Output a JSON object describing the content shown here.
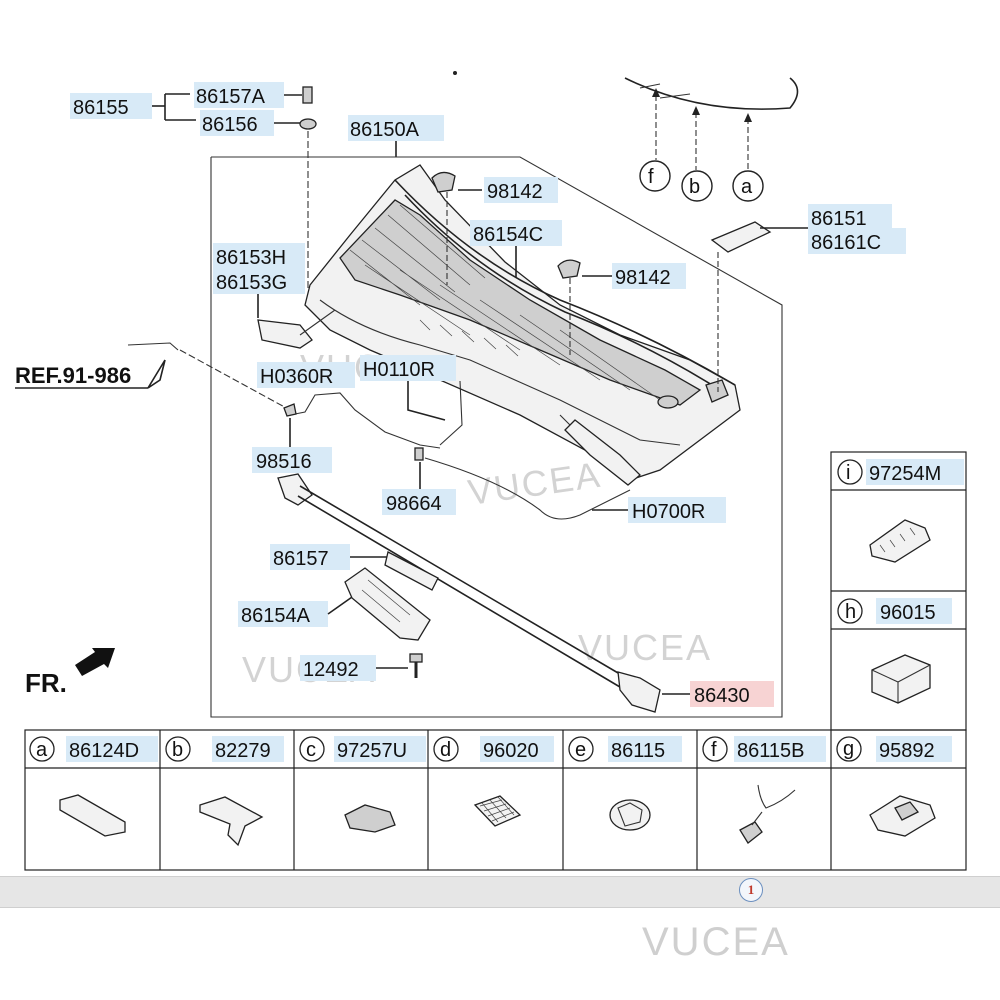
{
  "callouts": {
    "c86155": "86155",
    "c86157A": "86157A",
    "c86156": "86156",
    "c86150A": "86150A",
    "c98142a": "98142",
    "c86154C": "86154C",
    "c98142b": "98142",
    "c86151": "86151",
    "c86161C": "86161C",
    "c86153H": "86153H",
    "c86153G": "86153G",
    "cREF": "REF.91-986",
    "cH0360R": "H0360R",
    "cH0110R": "H0110R",
    "c98516": "98516",
    "c98664": "98664",
    "cH0700R": "H0700R",
    "c86157": "86157",
    "c86154A": "86154A",
    "c12492": "12492",
    "c86430": "86430",
    "cFR": "FR."
  },
  "top_refs": [
    "f",
    "b",
    "a"
  ],
  "side_table": [
    {
      "letter": "i",
      "part": "97254M"
    },
    {
      "letter": "h",
      "part": "96015"
    }
  ],
  "bottom_table": [
    {
      "letter": "a",
      "part": "86124D"
    },
    {
      "letter": "b",
      "part": "82279"
    },
    {
      "letter": "c",
      "part": "97257U"
    },
    {
      "letter": "d",
      "part": "96020"
    },
    {
      "letter": "e",
      "part": "86115"
    },
    {
      "letter": "f",
      "part": "86115B"
    },
    {
      "letter": "g",
      "part": "95892"
    }
  ],
  "watermarks": [
    "VUCEA",
    "VUCEA",
    "VUCEA",
    "VUCEA"
  ],
  "footer": {
    "page_number": "1",
    "watermark": "VUCEA"
  }
}
